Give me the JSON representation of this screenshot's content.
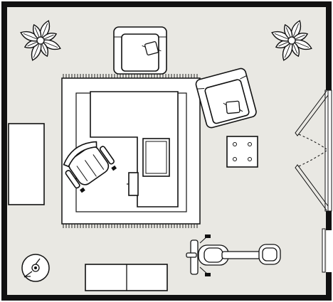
{
  "floor_plan": {
    "colors": {
      "floor": "#e9e8e3",
      "wall": "#111111",
      "furniture_fill": "#ffffff",
      "outline": "#111111"
    },
    "elements": [
      "potted-plant-top-left",
      "potted-plant-top-right",
      "armchair-top",
      "armchair-right",
      "area-rug",
      "l-shaped-desk",
      "desk-mat",
      "office-chair",
      "side-table",
      "credenza-left",
      "bench-bottom",
      "exercise-bike",
      "round-side-table",
      "double-door-right"
    ]
  }
}
